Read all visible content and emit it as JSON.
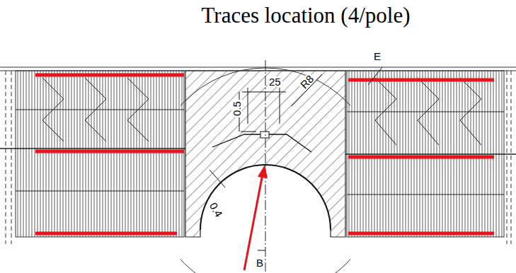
{
  "diagram": {
    "title": "Traces location (4/pole)",
    "labels": [
      "E",
      "0.5",
      "25",
      "R8",
      "0.4",
      "B"
    ]
  }
}
